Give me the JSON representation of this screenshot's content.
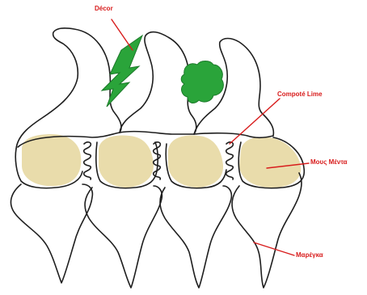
{
  "labels": {
    "decor": "Décor",
    "compote": "Compoté Lime",
    "mousse": "Μους Μέντα",
    "meringue": "Μαρέγκα"
  },
  "colors": {
    "ink": "#1e1e1e",
    "label": "#d81c1c",
    "green": "#2aa43a",
    "mousse": "#e9dcab"
  }
}
